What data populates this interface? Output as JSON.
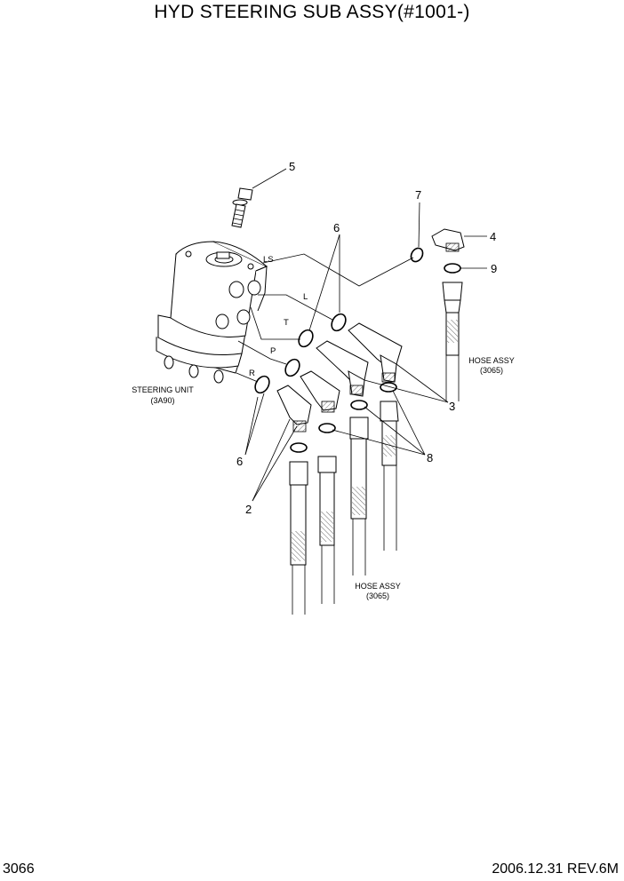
{
  "title": "HYD STEERING SUB ASSY(#1001-)",
  "footer": {
    "page_number": "3066",
    "revision": "2006.12.31 REV.6M"
  },
  "callouts": {
    "c1": "2",
    "c2": "3",
    "c3": "4",
    "c4": "5",
    "c5": "6",
    "c6": "6",
    "c7": "7",
    "c8": "8",
    "c9": "9"
  },
  "ports": {
    "ls": "LS",
    "l": "L",
    "t": "T",
    "p": "P",
    "r": "R"
  },
  "labels": {
    "steering_unit": "STEERING UNIT",
    "steering_unit_ref": "(3A90)",
    "hose_assy_right": "HOSE ASSY",
    "hose_assy_right_ref": "(3065)",
    "hose_assy_bottom": "HOSE ASSY",
    "hose_assy_bottom_ref": "(3065)"
  }
}
